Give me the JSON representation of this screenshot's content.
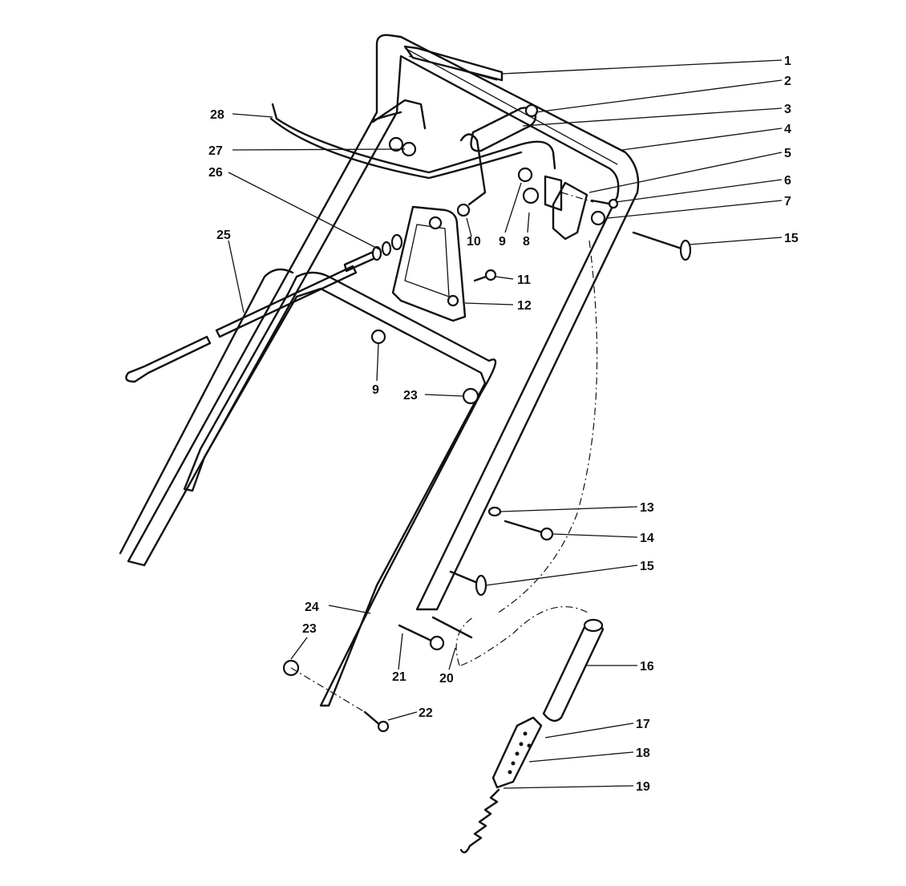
{
  "callouts": {
    "c1": "1",
    "c2": "2",
    "c3": "3",
    "c4": "4",
    "c5": "5",
    "c6": "6",
    "c7": "7",
    "c8": "8",
    "c9a": "9",
    "c9b": "9",
    "c10": "10",
    "c11": "11",
    "c12": "12",
    "c13": "13",
    "c14": "14",
    "c15a": "15",
    "c15b": "15",
    "c16": "16",
    "c17": "17",
    "c18": "18",
    "c19": "19",
    "c20": "20",
    "c21": "21",
    "c22": "22",
    "c23a": "23",
    "c23b": "23",
    "c24": "24",
    "c25": "25",
    "c26": "26",
    "c27": "27",
    "c28": "28"
  },
  "colors": {
    "ink": "#111111",
    "paper": "#ffffff"
  }
}
